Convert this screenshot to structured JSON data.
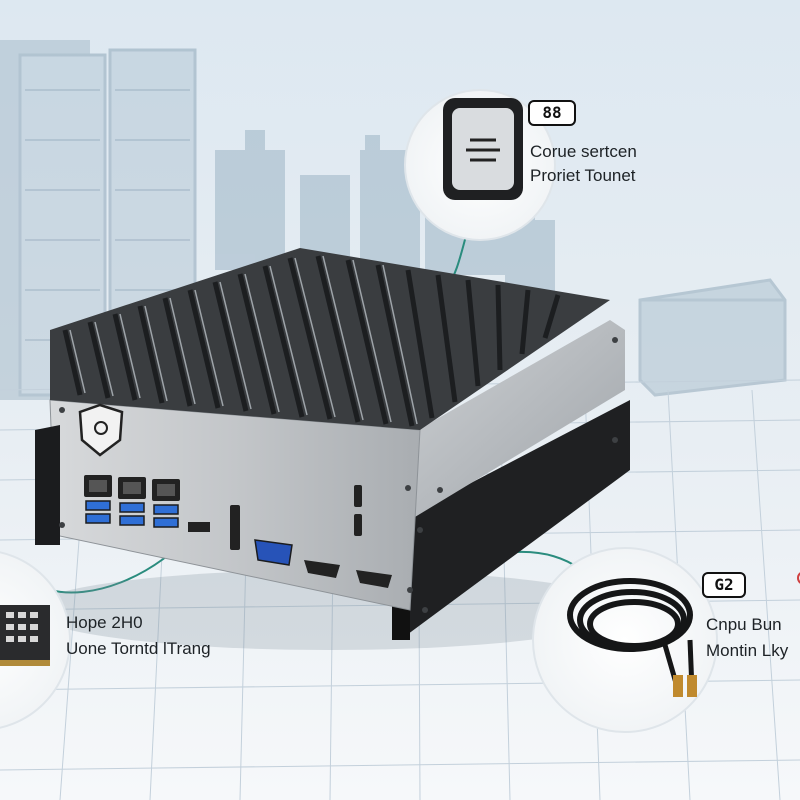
{
  "colors": {
    "sky_top": "#e3ecf3",
    "floor": "#f4f7f9",
    "grid_line": "#b8c8d6",
    "chassis_silver": "#c6c9cc",
    "heatsink_dark": "#2b2e31",
    "bracket_black": "#1b1c1e",
    "port_blue": "#2f6fd6",
    "connector_teal": "#2a8c7e"
  },
  "callouts": {
    "top": {
      "badge": "88",
      "line1": "Corue sertcen",
      "line2": "Proriet Tounet"
    },
    "left": {
      "line1": "Hope 2H0",
      "line2": "Uone Torntd lTrang"
    },
    "right": {
      "badge": "G2",
      "line1": "Cnpu Bun",
      "line2": "Montin Lky"
    }
  },
  "icons": [
    "shield-logo-icon",
    "storage-drive-icon",
    "memory-module-icon",
    "coiled-cable-icon"
  ]
}
